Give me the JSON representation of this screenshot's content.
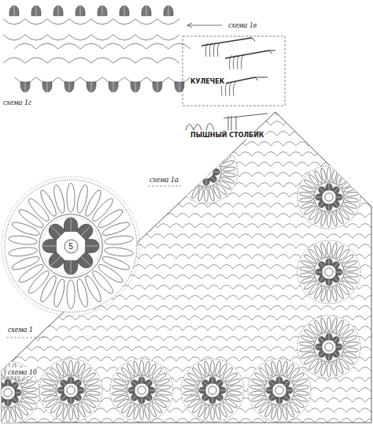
{
  "diagram": {
    "nodes": [
      {
        "text": [
          "5"
        ]
      }
    ],
    "labels": [
      "схема 1в",
      "схема 1г",
      "КУЛЕЧЕК",
      "ПЫШНЫЙ СТОЛБИК",
      "схема 1а",
      "схема 1",
      "схема 1б"
    ]
  }
}
